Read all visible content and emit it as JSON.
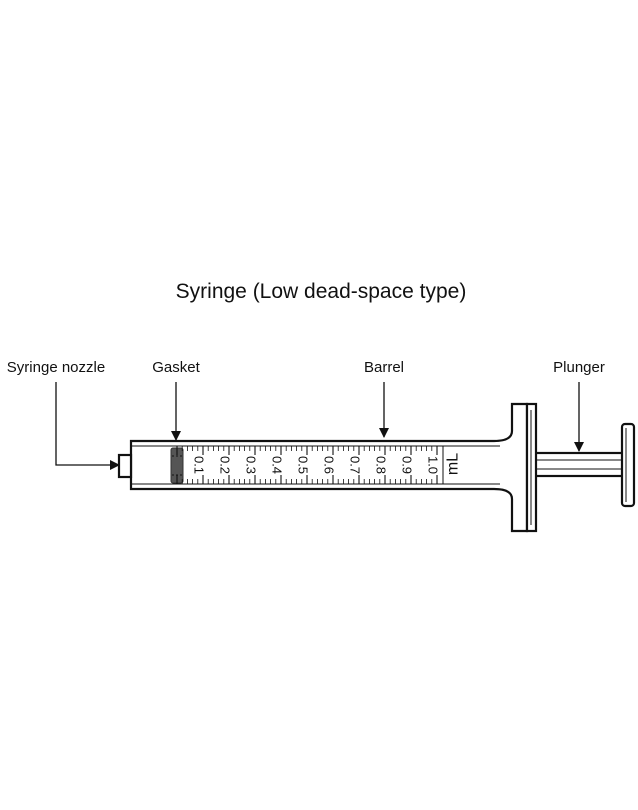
{
  "title": "Syringe (Low dead-space type)",
  "labels": {
    "nozzle": "Syringe nozzle",
    "gasket": "Gasket",
    "barrel": "Barrel",
    "plunger": "Plunger"
  },
  "graduations": [
    "0.1",
    "0.2",
    "0.3",
    "0.4",
    "0.5",
    "0.6",
    "0.7",
    "0.8",
    "0.9",
    "1.0"
  ],
  "unit": "mL",
  "colors": {
    "line": "#111111",
    "gasket": "#555555"
  }
}
